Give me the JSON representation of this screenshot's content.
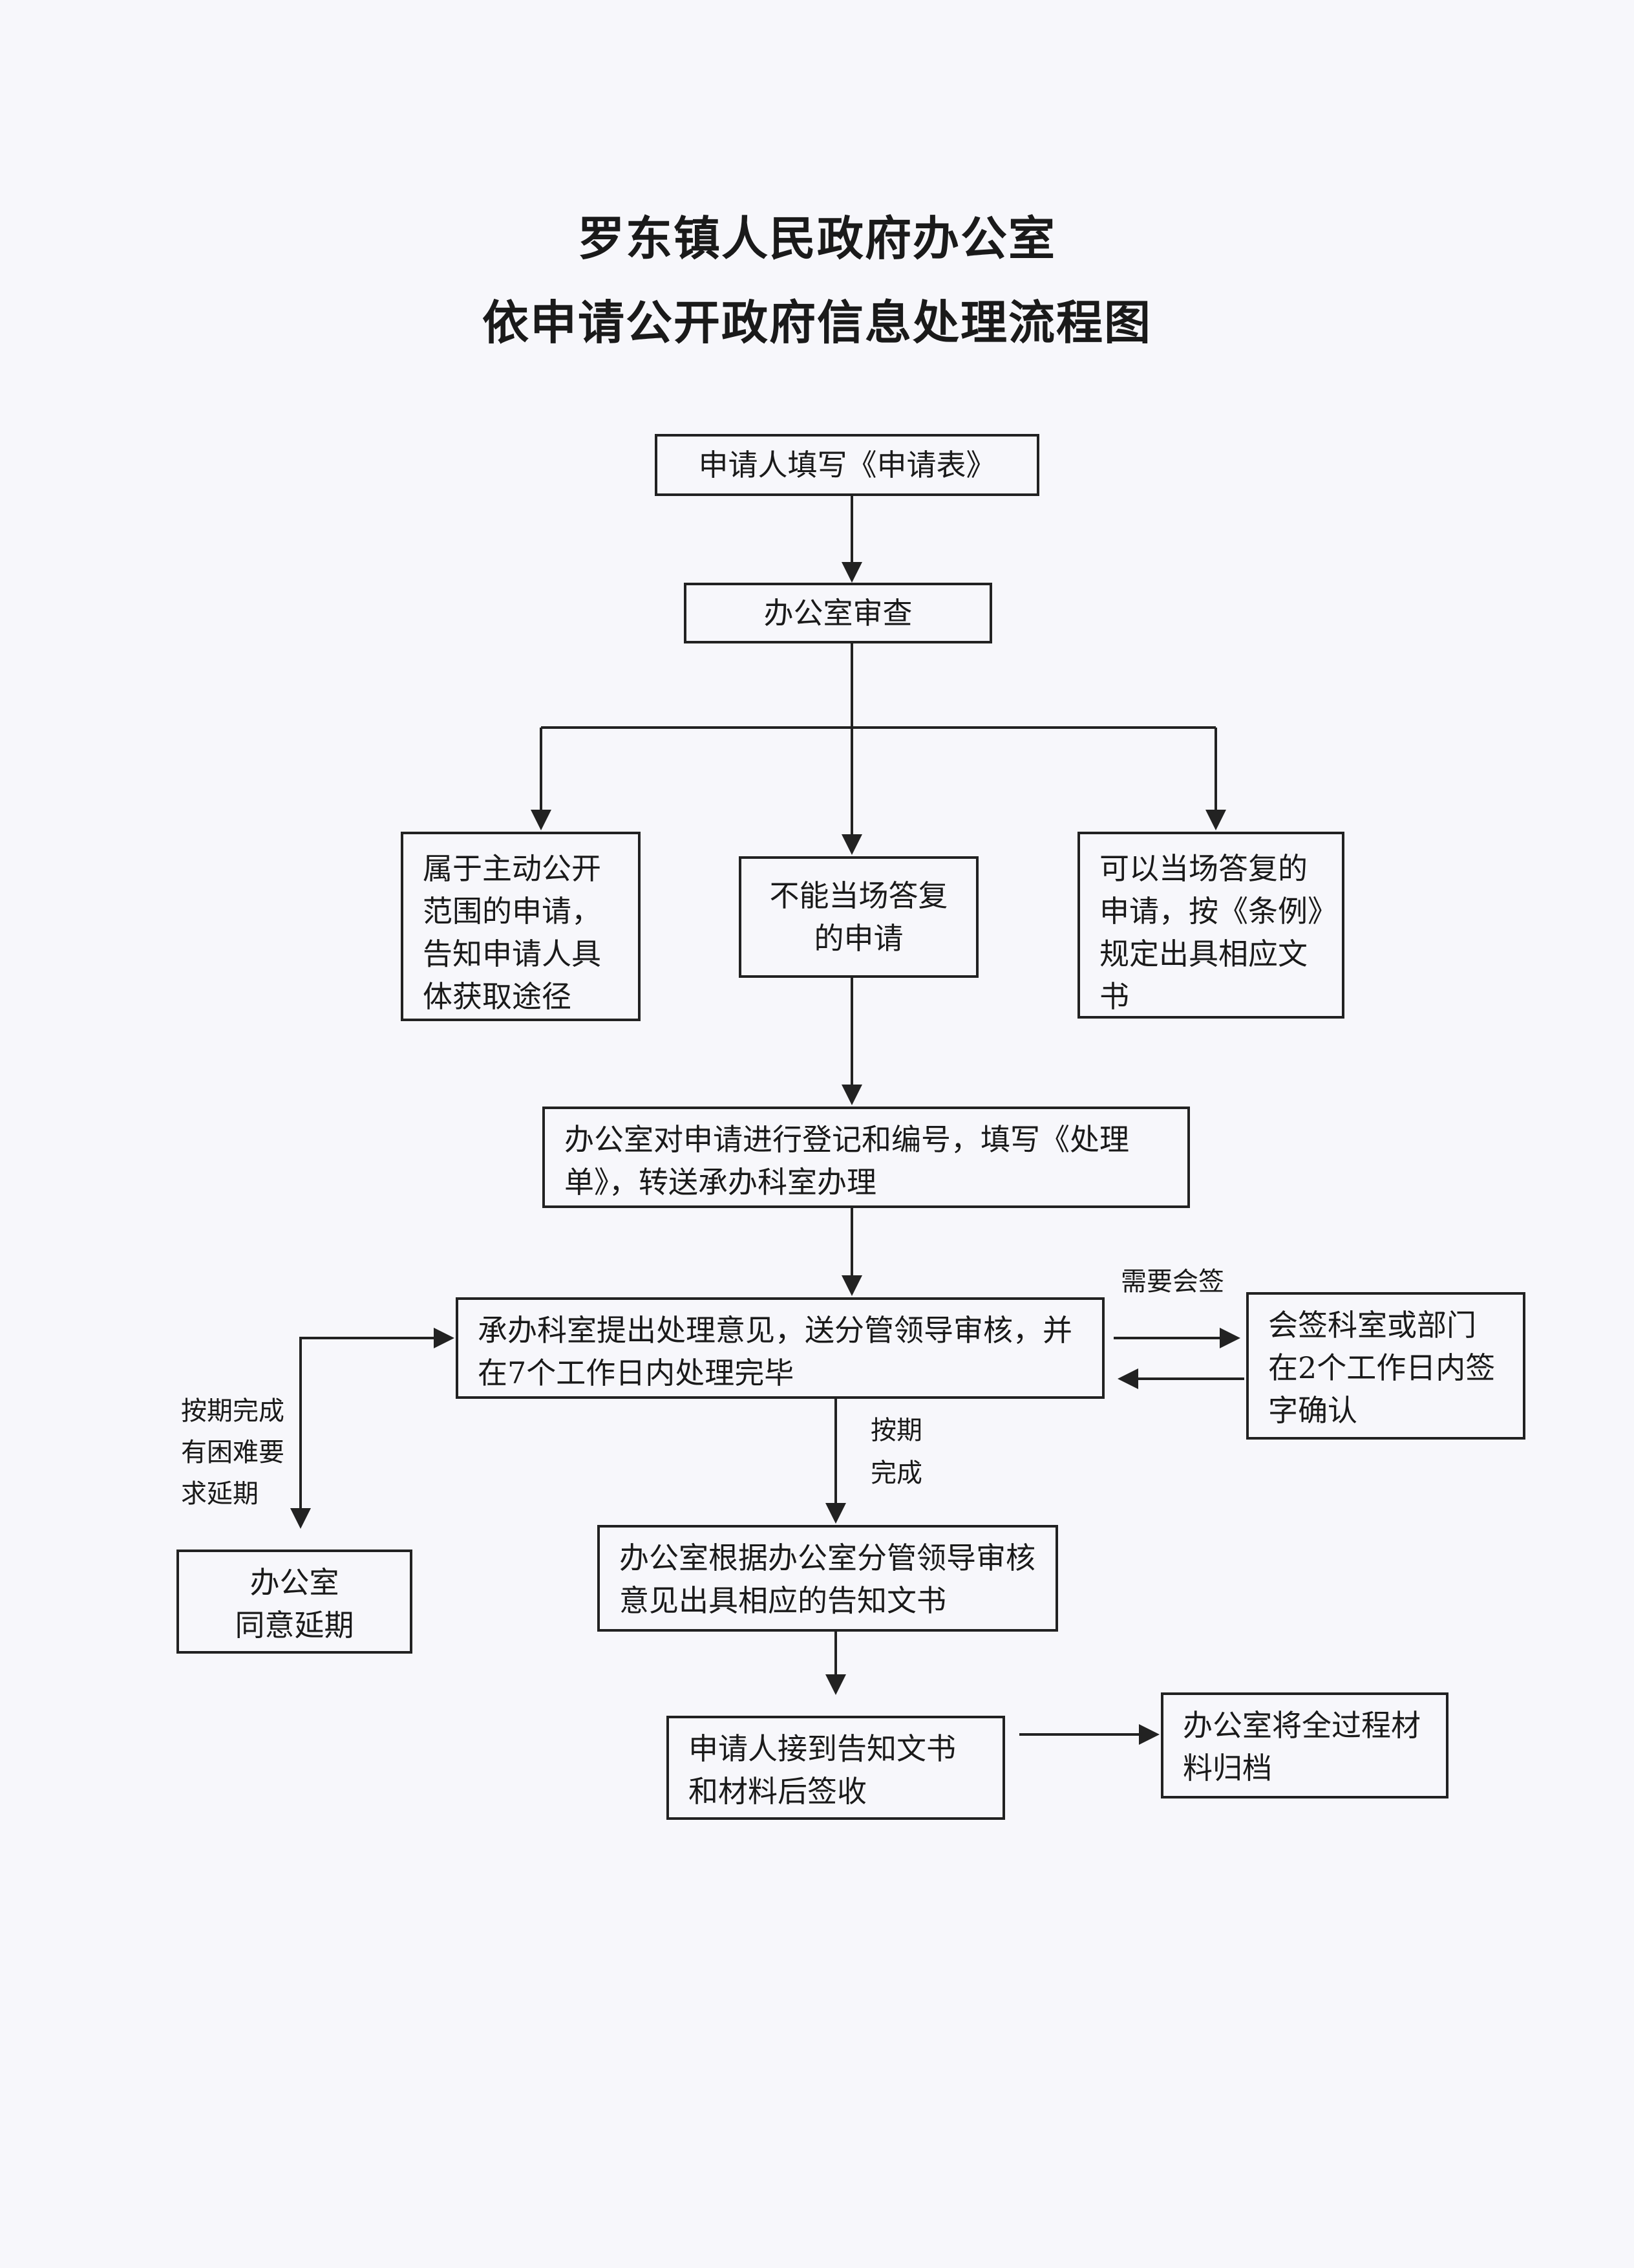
{
  "title": {
    "line1": "罗东镇人民政府办公室",
    "line2": "依申请公开政府信息处理流程图"
  },
  "nodes": {
    "apply": "申请人填写《申请表》",
    "review": "办公室审查",
    "active": "属于主动公开范围的申请，告知申请人具体获取途径",
    "cannot": "不能当场答复的申请",
    "can": "可以当场答复的申请，按《条例》规定出具相应文书",
    "register": "办公室对申请进行登记和编号，填写《处理单》，转送承办科室办理",
    "handle": "承办科室提出处理意见，送分管领导审核，并在7个工作日内处理完毕",
    "cosign": "会签科室或部门在2个工作日内签字确认",
    "extend_l1": "办公室",
    "extend_l2": "同意延期",
    "notice": "办公室根据办公室分管领导审核意见出具相应的告知文书",
    "receive": "申请人接到告知文书和材料后签收",
    "archive": "办公室将全过程材料归档"
  },
  "labels": {
    "need_cosign": "需要会签",
    "ontime_l1": "按期",
    "ontime_l2": "完成",
    "delay": "按期完成有困难要求延期"
  }
}
